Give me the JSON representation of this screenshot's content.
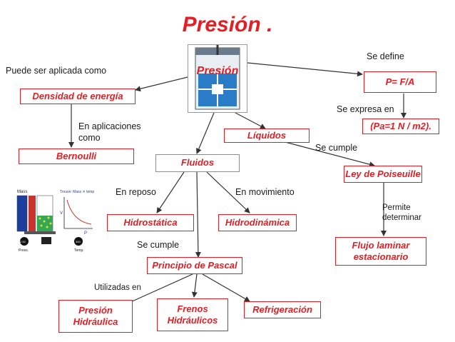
{
  "title": "Presión .",
  "center_label": "Presión",
  "boxes": {
    "densidad": "Densidad de energía",
    "bernoulli": "Bernoulli",
    "pfa": "P= F/A",
    "pa": "(Pa=1 N / m2).",
    "liquidos": "Líquidos",
    "fluidos": "Fluidos",
    "poiseuille": "Ley de Poiseuille",
    "hidrostatica": "Hidrostática",
    "hidrodinamica": "Hidrodinámica",
    "flujo": "Flujo laminar estacionario",
    "pascal": "Principio de Pascal",
    "presion_hidraulica": "Presión Hidráulica",
    "frenos": "Frenos Hidráulicos",
    "refrigeracion": "Refrigeración"
  },
  "labels": {
    "puede": "Puede  ser aplicada como",
    "se_define": "Se define",
    "se_expresa": "Se expresa en",
    "en_aplicaciones": "En aplicaciones como",
    "se_cumple_right": "Se cumple",
    "en_reposo": "En reposo",
    "en_movimiento": "En movimiento",
    "permite": "Permite determinar",
    "se_cumple_mid": "Se cumple",
    "utilizadas": "Utilizadas en"
  },
  "figure_labels": {
    "mass": "Mass",
    "trouve": "Trouve: Mass ✕ temp",
    "v": "V",
    "p": "P",
    "press": "Press.",
    "temp": "Temp.",
    "gauge_left": "2.00",
    "gauge_right": "300"
  },
  "colors": {
    "accent": "#e31e24",
    "line": "#333333"
  }
}
